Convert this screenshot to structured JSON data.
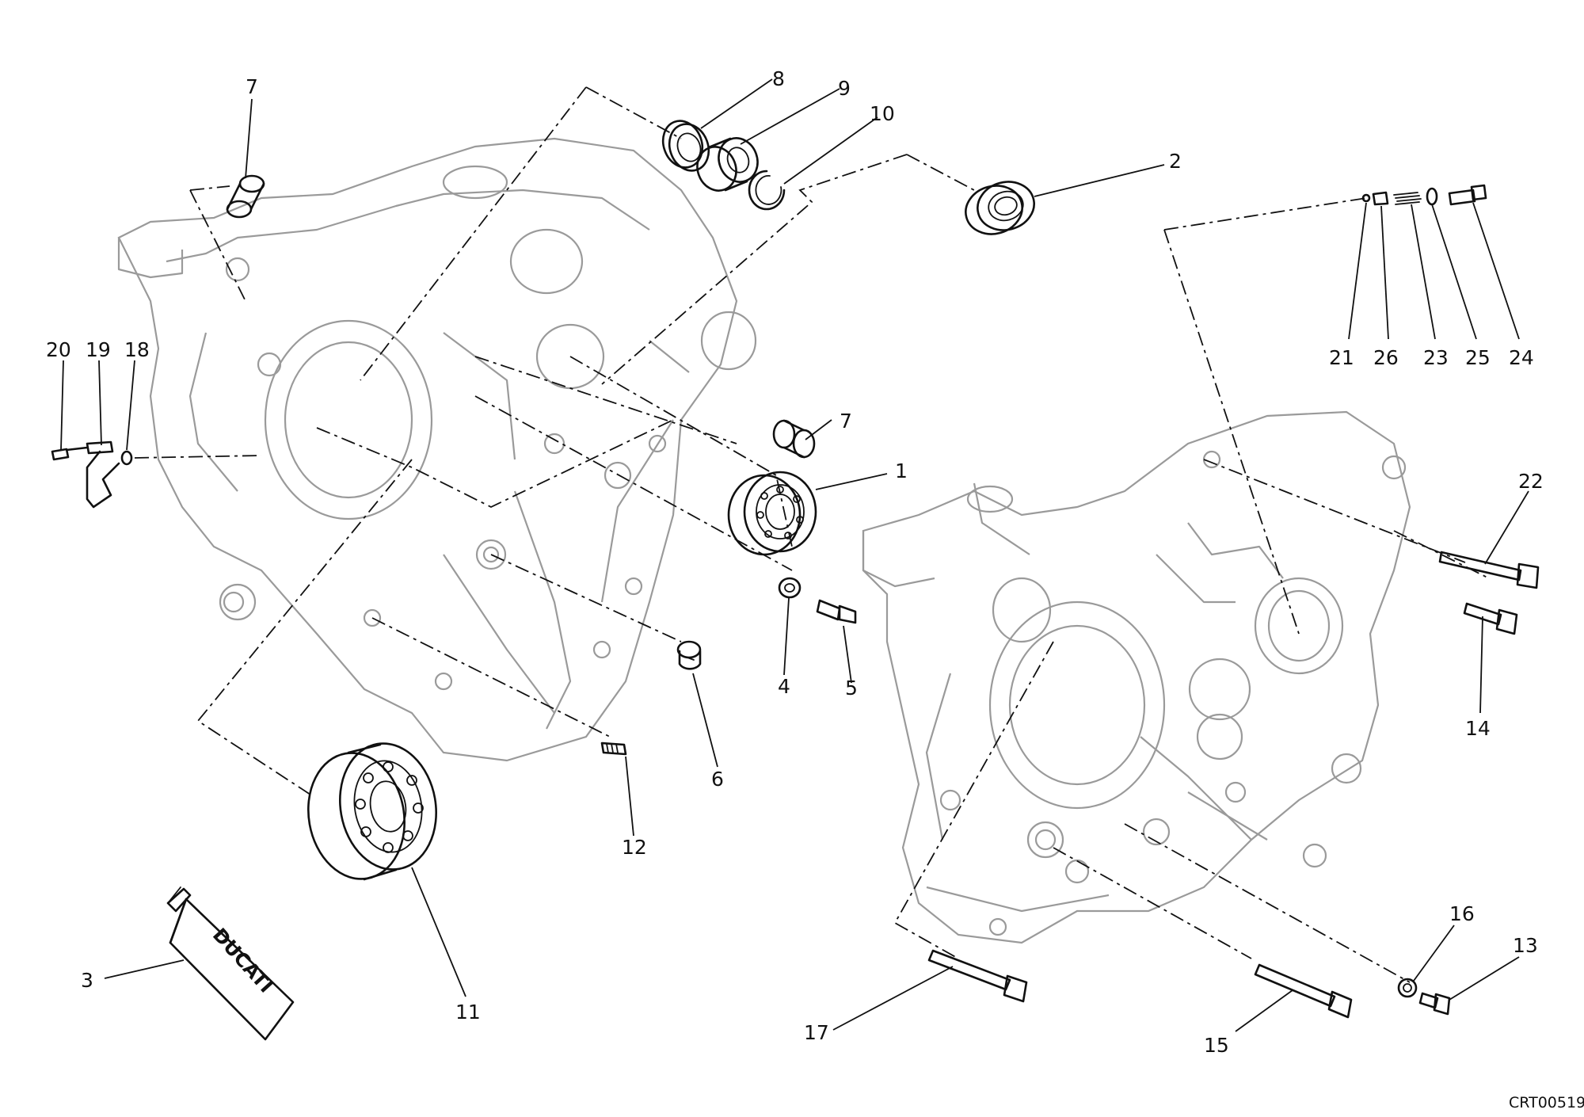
{
  "diagram": {
    "drawing_code": "CRT00519",
    "tube_brand": "DUCATI",
    "callouts": [
      {
        "id": "c1",
        "label": "1"
      },
      {
        "id": "c2",
        "label": "2"
      },
      {
        "id": "c3",
        "label": "3"
      },
      {
        "id": "c4",
        "label": "4"
      },
      {
        "id": "c5",
        "label": "5"
      },
      {
        "id": "c6",
        "label": "6"
      },
      {
        "id": "c7a",
        "label": "7"
      },
      {
        "id": "c7b",
        "label": "7"
      },
      {
        "id": "c8",
        "label": "8"
      },
      {
        "id": "c9",
        "label": "9"
      },
      {
        "id": "c10",
        "label": "10"
      },
      {
        "id": "c11",
        "label": "11"
      },
      {
        "id": "c12",
        "label": "12"
      },
      {
        "id": "c13",
        "label": "13"
      },
      {
        "id": "c14",
        "label": "14"
      },
      {
        "id": "c15",
        "label": "15"
      },
      {
        "id": "c16",
        "label": "16"
      },
      {
        "id": "c17",
        "label": "17"
      },
      {
        "id": "c18",
        "label": "18"
      },
      {
        "id": "c19",
        "label": "19"
      },
      {
        "id": "c20",
        "label": "20"
      },
      {
        "id": "c21",
        "label": "21"
      },
      {
        "id": "c22",
        "label": "22"
      },
      {
        "id": "c23",
        "label": "23"
      },
      {
        "id": "c24",
        "label": "24"
      },
      {
        "id": "c25",
        "label": "25"
      },
      {
        "id": "c26",
        "label": "26"
      }
    ]
  }
}
